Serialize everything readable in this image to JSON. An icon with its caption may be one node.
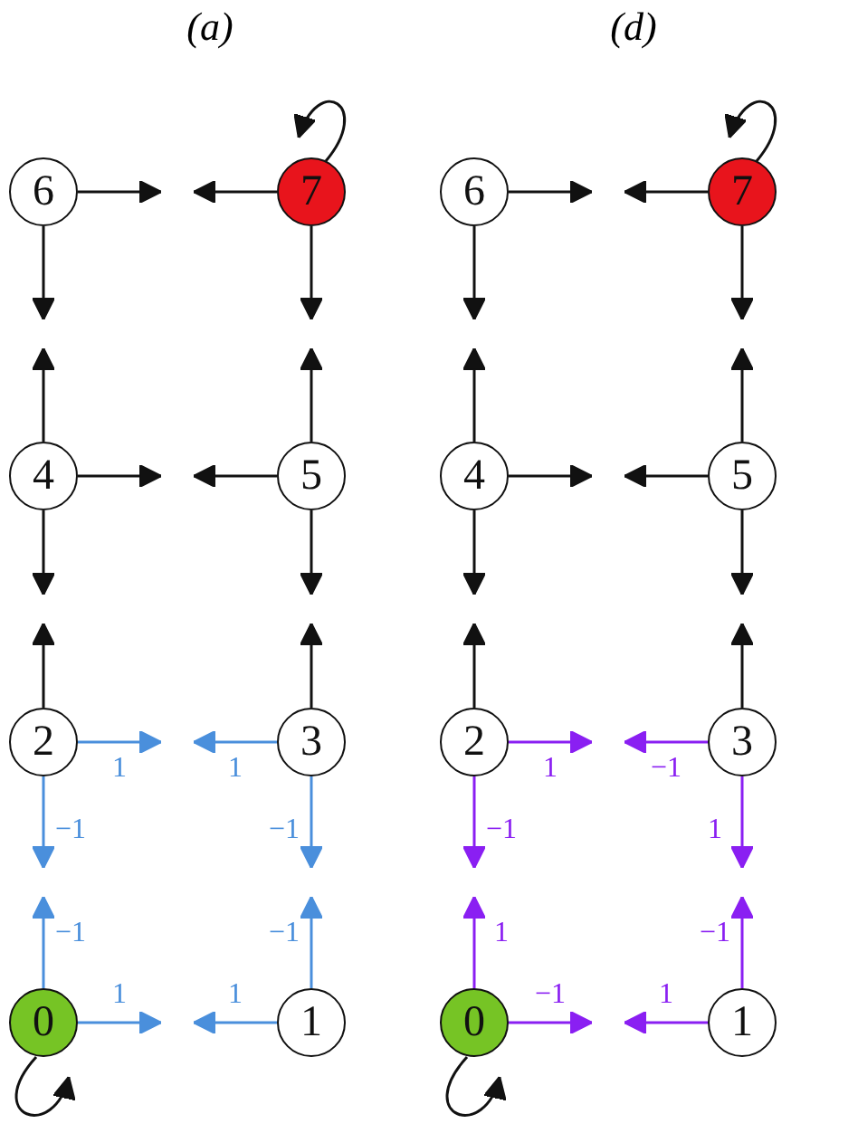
{
  "diagram": {
    "nodes": [
      {
        "text": [
          "0"
        ]
      },
      {
        "text": [
          "1"
        ]
      },
      {
        "text": [
          "2"
        ]
      },
      {
        "text": [
          "3"
        ]
      },
      {
        "text": [
          "4"
        ]
      },
      {
        "text": [
          "5"
        ]
      },
      {
        "text": [
          "6"
        ]
      },
      {
        "text": [
          "7"
        ]
      },
      {
        "text": [
          "0"
        ]
      },
      {
        "text": [
          "1"
        ]
      },
      {
        "text": [
          "2"
        ]
      },
      {
        "text": [
          "3"
        ]
      },
      {
        "text": [
          "4"
        ]
      },
      {
        "text": [
          "5"
        ]
      },
      {
        "text": [
          "6"
        ]
      },
      {
        "text": [
          "7"
        ]
      }
    ],
    "edges": [
      {
        "from": 6,
        "to": null,
        "arrow": "to"
      },
      {
        "from": 7,
        "to": null,
        "arrow": "to"
      },
      {
        "from": 4,
        "to": null,
        "arrow": "to"
      },
      {
        "from": 5,
        "to": null,
        "arrow": "to"
      },
      {
        "from": 2,
        "to": null,
        "arrow": "to",
        "label": "1",
        "color": "#4a8fdc"
      },
      {
        "from": 3,
        "to": null,
        "arrow": "to",
        "label": "1",
        "color": "#4a8fdc"
      },
      {
        "from": 0,
        "to": null,
        "arrow": "to",
        "label": "1",
        "color": "#4a8fdc"
      },
      {
        "from": 1,
        "to": null,
        "arrow": "to",
        "label": "1",
        "color": "#4a8fdc"
      },
      {
        "from": 6,
        "to": null,
        "arrow": "to"
      },
      {
        "from": 4,
        "to": null,
        "arrow": "to"
      },
      {
        "from": 4,
        "to": null,
        "arrow": "to"
      },
      {
        "from": 2,
        "to": null,
        "arrow": "to"
      },
      {
        "from": 2,
        "to": null,
        "arrow": "to",
        "label": "−1",
        "color": "#4a8fdc"
      },
      {
        "from": 0,
        "to": null,
        "arrow": "to",
        "label": "−1",
        "color": "#4a8fdc"
      },
      {
        "from": 7,
        "to": null,
        "arrow": "to"
      },
      {
        "from": 5,
        "to": null,
        "arrow": "to"
      },
      {
        "from": 5,
        "to": null,
        "arrow": "to"
      },
      {
        "from": 3,
        "to": null,
        "arrow": "to"
      },
      {
        "from": 3,
        "to": null,
        "arrow": "to",
        "label": "−1",
        "color": "#4a8fdc"
      },
      {
        "from": 1,
        "to": null,
        "arrow": "to",
        "label": "−1",
        "color": "#4a8fdc"
      },
      {
        "from": 7,
        "to": 7,
        "arrow": "to"
      },
      {
        "from": 0,
        "to": 0,
        "arrow": "to"
      },
      {
        "from": 14,
        "to": null,
        "arrow": "to"
      },
      {
        "from": 15,
        "to": null,
        "arrow": "to"
      },
      {
        "from": 12,
        "to": null,
        "arrow": "to"
      },
      {
        "from": 13,
        "to": null,
        "arrow": "to"
      },
      {
        "from": 10,
        "to": null,
        "arrow": "to",
        "label": "1",
        "color": "#8a1ff2"
      },
      {
        "from": 11,
        "to": null,
        "arrow": "to",
        "label": "−1",
        "color": "#8a1ff2"
      },
      {
        "from": 8,
        "to": null,
        "arrow": "to",
        "label": "−1",
        "color": "#8a1ff2"
      },
      {
        "from": 9,
        "to": null,
        "arrow": "to",
        "label": "1",
        "color": "#8a1ff2"
      },
      {
        "from": 14,
        "to": null,
        "arrow": "to"
      },
      {
        "from": 12,
        "to": null,
        "arrow": "to"
      },
      {
        "from": 12,
        "to": null,
        "arrow": "to"
      },
      {
        "from": 10,
        "to": null,
        "arrow": "to"
      },
      {
        "from": 10,
        "to": null,
        "arrow": "to",
        "label": "−1",
        "color": "#8a1ff2"
      },
      {
        "from": 8,
        "to": null,
        "arrow": "to",
        "label": "1",
        "color": "#8a1ff2"
      },
      {
        "from": 15,
        "to": null,
        "arrow": "to"
      },
      {
        "from": 13,
        "to": null,
        "arrow": "to"
      },
      {
        "from": 13,
        "to": null,
        "arrow": "to"
      },
      {
        "from": 11,
        "to": null,
        "arrow": "to"
      },
      {
        "from": 11,
        "to": null,
        "arrow": "to",
        "label": "1",
        "color": "#8a1ff2"
      },
      {
        "from": 9,
        "to": null,
        "arrow": "to",
        "label": "−1",
        "color": "#8a1ff2"
      },
      {
        "from": 15,
        "to": 15,
        "arrow": "to"
      },
      {
        "from": 8,
        "to": 8,
        "arrow": "to"
      }
    ],
    "labels": [
      "(a)",
      "(d)"
    ]
  }
}
